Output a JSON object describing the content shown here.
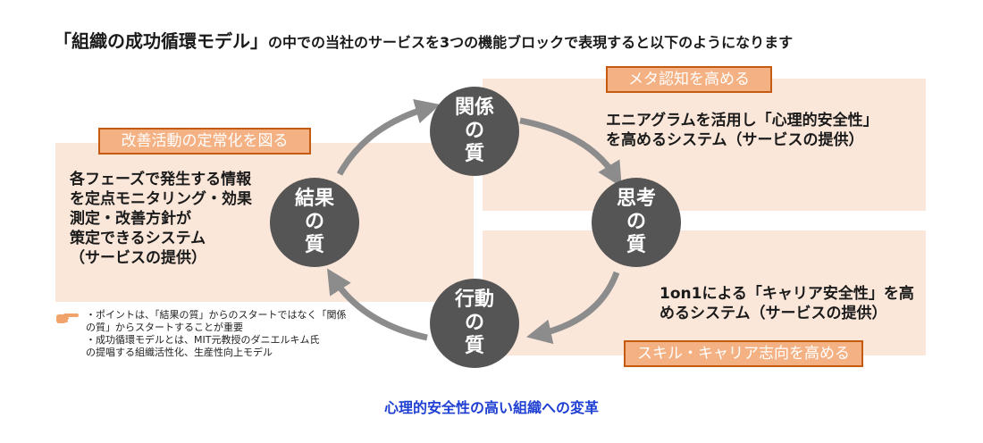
{
  "title": {
    "emphasis": "「組織の成功循環モデル」",
    "rest": "の中での当社のサービスを3つの機能ブロックで表現すると以下のようになります"
  },
  "circles": {
    "relationship": [
      "関係",
      "の",
      "質"
    ],
    "thinking": [
      "思考",
      "の",
      "質"
    ],
    "action": [
      "行動",
      "の",
      "質"
    ],
    "result": [
      "結果",
      "の",
      "質"
    ]
  },
  "tags": {
    "meta": "メタ認知を高める",
    "kaizen": "改善活動の定常化を図る",
    "skill": "スキル・キャリア志向を高める"
  },
  "descriptions": {
    "thinking": [
      "エニアグラムを活用し「心理的安全性」",
      "を高めるシステム（サービスの提供）"
    ],
    "result": [
      "各フェーズで発生する情報",
      "を定点モニタリング・効果",
      "測定・改善方針が",
      "策定できるシステム",
      "（サービスの提供）"
    ],
    "action": [
      "1on1による「キャリア安全性」を高",
      "めるシステム（サービスの提供）"
    ]
  },
  "notes": [
    "・ポイントは、「結果の質」からのスタートではなく「関係",
    "の質」からスタートすることが重要",
    "・成功循環モデルとは、MIT元教授のダニエルキム氏",
    "の提唱する組織活性化、生産性向上モデル"
  ],
  "footer": "心理的安全性の高い組織への変革",
  "colors": {
    "panel": "#fbe7da",
    "tag_fill": "#f4b183",
    "tag_border": "#c55a11",
    "circle": "#555555",
    "arrow": "#8c8c8c",
    "footer_text": "#1f3fd3",
    "hand_icon": "#f0a36a"
  },
  "icons": {
    "note_pointer": "pointing-hand-icon"
  }
}
